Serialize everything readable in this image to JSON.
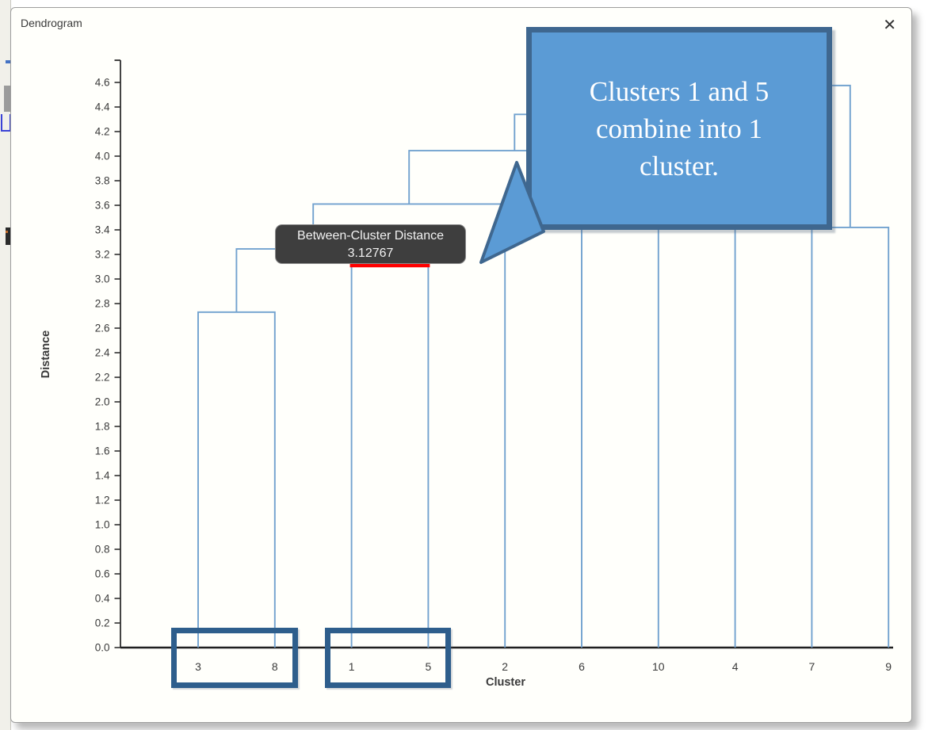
{
  "window": {
    "title": "Dendrogram",
    "close_icon": "✕"
  },
  "chart_data": {
    "type": "dendrogram",
    "title": "",
    "xlabel": "Cluster",
    "ylabel": "Distance",
    "leaves": [
      "3",
      "8",
      "1",
      "5",
      "2",
      "6",
      "10",
      "4",
      "7",
      "9"
    ],
    "y_ticks": [
      "0.0",
      "0.2",
      "0.4",
      "0.6",
      "0.8",
      "1.0",
      "1.2",
      "1.4",
      "1.6",
      "1.8",
      "2.0",
      "2.2",
      "2.4",
      "2.6",
      "2.8",
      "3.0",
      "3.2",
      "3.4",
      "3.6",
      "3.8",
      "4.0",
      "4.2",
      "4.4",
      "4.6"
    ],
    "ylim": [
      0,
      4.8
    ],
    "grid": false,
    "legend": null,
    "merges": [
      {
        "id": "m0",
        "left": "3",
        "right": "8",
        "height": 2.73
      },
      {
        "id": "m1",
        "left": "1",
        "right": "5",
        "height": 3.12767,
        "highlight": true
      },
      {
        "id": "m2",
        "left": "m0",
        "right": "m1",
        "height": 3.245
      },
      {
        "id": "m3",
        "left": "7",
        "right": "9",
        "height": 3.42
      },
      {
        "id": "m4",
        "left": "m2",
        "right": "2",
        "height": 3.61
      },
      {
        "id": "m5",
        "left": "6",
        "right": "10",
        "height": 3.85
      },
      {
        "id": "m6",
        "left": "m4",
        "right": "m5",
        "height": 4.045
      },
      {
        "id": "m7",
        "left": "m6",
        "right": "4",
        "height": 4.34
      },
      {
        "id": "m8",
        "left": "m7",
        "right": "m3",
        "height": 4.575
      }
    ],
    "line_color": "#72a2cf",
    "highlight_color": "#fe0000",
    "axis_color": "#2f2f2f",
    "tick_label_color": "#3a3a3a"
  },
  "tooltip": {
    "title": "Between-Cluster Distance",
    "value": "3.12767"
  },
  "callout": {
    "text": "Clusters 1 and 5 combine into 1 cluster.",
    "fill": "#5b9bd5",
    "border": "#3f678f"
  },
  "highlight_boxes": [
    {
      "from": "3",
      "to": "8"
    },
    {
      "from": "1",
      "to": "5"
    }
  ]
}
